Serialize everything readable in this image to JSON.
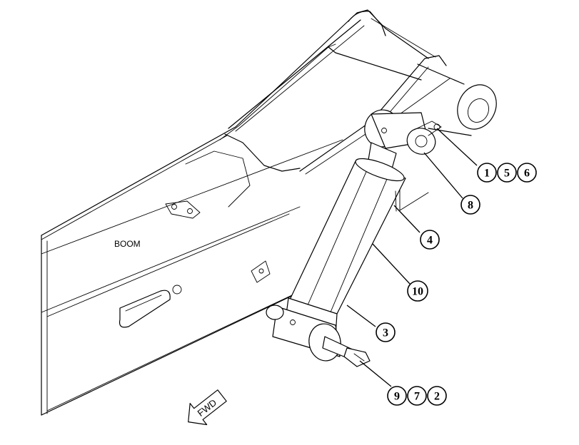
{
  "diagram": {
    "part_label": "BOOM",
    "direction_label": "FWD",
    "callouts": [
      {
        "group": "g1",
        "numbers": [
          "1",
          "5",
          "6"
        ]
      },
      {
        "group": "g8",
        "numbers": [
          "8"
        ]
      },
      {
        "group": "g4",
        "numbers": [
          "4"
        ]
      },
      {
        "group": "g10",
        "numbers": [
          "10"
        ]
      },
      {
        "group": "g3",
        "numbers": [
          "3"
        ]
      },
      {
        "group": "g9",
        "numbers": [
          "9",
          "7",
          "2"
        ]
      }
    ]
  }
}
